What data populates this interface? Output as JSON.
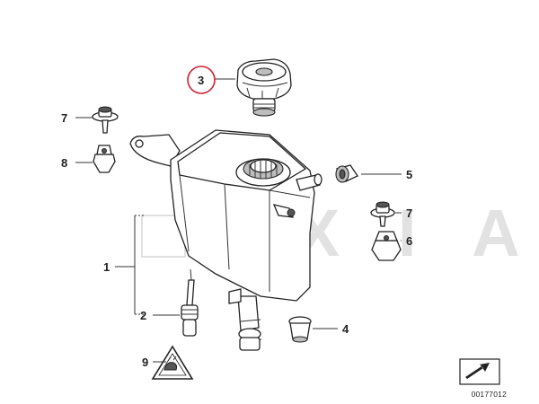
{
  "diagram": {
    "callouts": {
      "c1": "1",
      "c2": "2",
      "c3": "3",
      "c4": "4",
      "c5": "5",
      "c6": "6",
      "c7a": "7",
      "c7b": "7",
      "c8": "8",
      "c9": "9"
    },
    "highlighted_callout": "3",
    "highlight_color": "#cc2233",
    "watermark_text": "EXIA",
    "reference_number": "00177012"
  }
}
